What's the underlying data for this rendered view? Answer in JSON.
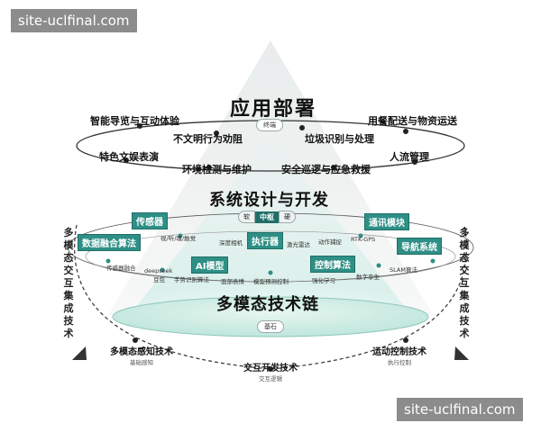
{
  "watermark": "site-uclfinal.com",
  "top_layer": {
    "title": "应用部署",
    "badge": "终端",
    "items": [
      "智能导览与互动体验",
      "不文明行为劝阻",
      "垃圾识别与处理",
      "用餐配送与物资运送",
      "特色文娱表演",
      "环境检测与维护",
      "安全巡逻与应急救援",
      "人流管理"
    ]
  },
  "middle_layer": {
    "title": "系统设计与开发",
    "segments": [
      "软",
      "中枢",
      "硬"
    ],
    "tags": [
      "传感器",
      "数据融合算法",
      "执行器",
      "通讯模块",
      "导航系统",
      "AI模型",
      "控制算法"
    ],
    "small_labels": [
      "视/听/嗅/触觉",
      "深度相机",
      "激光雷达",
      "动作捕捉",
      "RTK-GPS",
      "传感器融合",
      "deepseek",
      "豆包",
      "手势识别算法",
      "面部表情",
      "模型预测控制",
      "强化学习",
      "数字孪生",
      "SLAM算法"
    ]
  },
  "bottom_layer": {
    "title": "多模态技术链",
    "badge": "基石"
  },
  "side_left": "多模态交互集成技术",
  "side_right": "多模态交互集成技术",
  "bottom_items": [
    {
      "title": "多模态感知技术",
      "sub": "基础感知"
    },
    {
      "title": "交互开发技术",
      "sub": "交互逻辑"
    },
    {
      "title": "运动控制技术",
      "sub": "执行控制"
    }
  ],
  "colors": {
    "accent": "#2e8f86",
    "dark": "#1f6f68",
    "glow": "#bfe6dc"
  }
}
